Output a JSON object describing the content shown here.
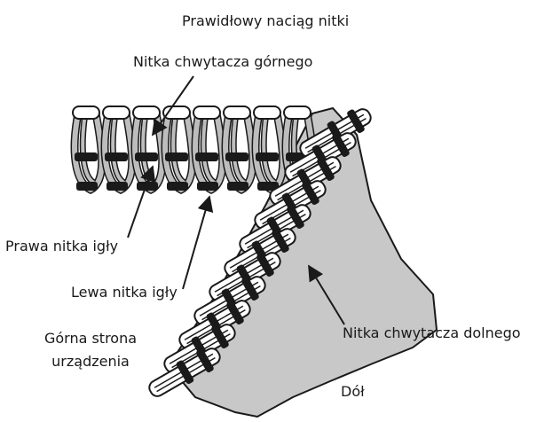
{
  "title": "Prawidłowy naciąg nitki",
  "labels": {
    "upper_looper_thread": "Nitka chwytacza górnego",
    "right_needle_thread": "Prawa nitka igły",
    "left_needle_thread": "Lewa nitka igły",
    "machine_top_line1": "Górna strona",
    "machine_top_line2": "urządzenia",
    "lower_looper_thread": "Nitka chwytacza dolnego",
    "bottom": "Dół"
  },
  "colors": {
    "fabric": "#c8c8c8",
    "thread_light": "#ffffff",
    "thread_grey": "#bdbdbd",
    "needle_thread": "#1a1a1a",
    "outline": "#1a1a1a"
  }
}
